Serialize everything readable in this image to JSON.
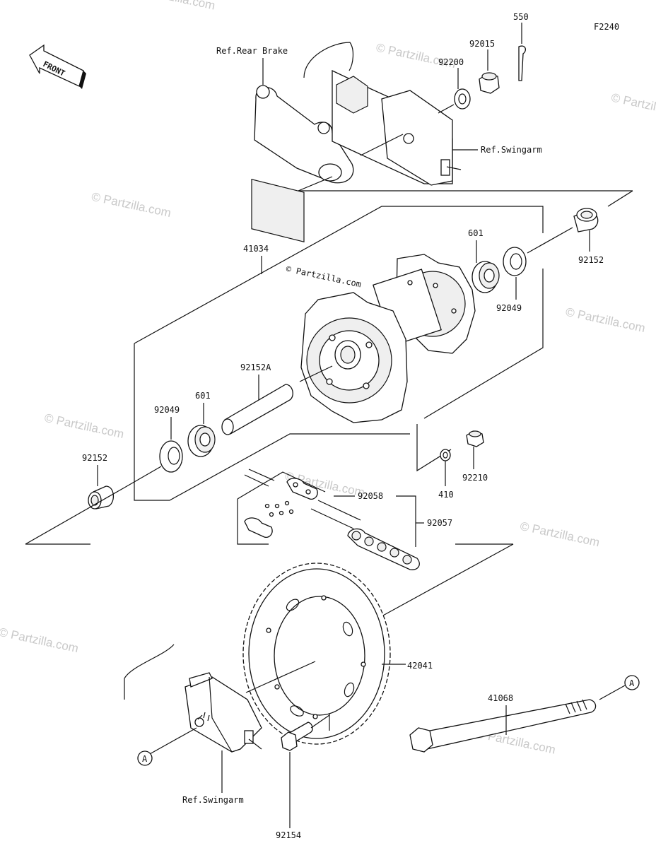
{
  "diagram_code": "F2240",
  "front_label": "FRONT",
  "watermark_center": "© Partzilla.com",
  "watermark_text": "© Partzilla.com",
  "references": {
    "rear_brake": "Ref.Rear Brake",
    "swingarm_top": "Ref.Swingarm",
    "swingarm_bottom": "Ref.Swingarm"
  },
  "callout_marker": "A",
  "parts": {
    "p550": "550",
    "p92015": "92015",
    "p92200": "92200",
    "p92152_right": "92152",
    "p601_right": "601",
    "p92049_right": "92049",
    "p41034": "41034",
    "p92152A": "92152A",
    "p601_left": "601",
    "p92049_left": "92049",
    "p92152_left": "92152",
    "p410": "410",
    "p92210": "92210",
    "p92058": "92058",
    "p92057": "92057",
    "p42041": "42041",
    "p41068": "41068",
    "p92154": "92154"
  }
}
